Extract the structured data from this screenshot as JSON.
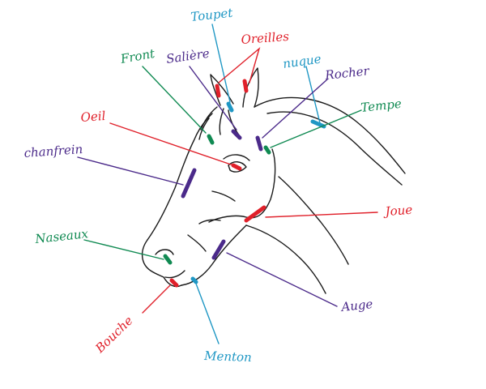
{
  "colors": {
    "red": "#e0202a",
    "green": "#108a52",
    "blue": "#1f97c4",
    "purple": "#4b2a8a"
  },
  "labels": {
    "toupet": "Toupet",
    "oreilles": "Oreilles",
    "front": "Front",
    "saliere": "Salière",
    "nuque": "nuque",
    "rocher": "Rocher",
    "tempe": "Tempe",
    "oeil": "Oeil",
    "chanfrein": "chanfrein",
    "joue": "Joue",
    "naseaux": "Naseaux",
    "auge": "Auge",
    "bouche": "Bouche",
    "menton": "Menton"
  }
}
